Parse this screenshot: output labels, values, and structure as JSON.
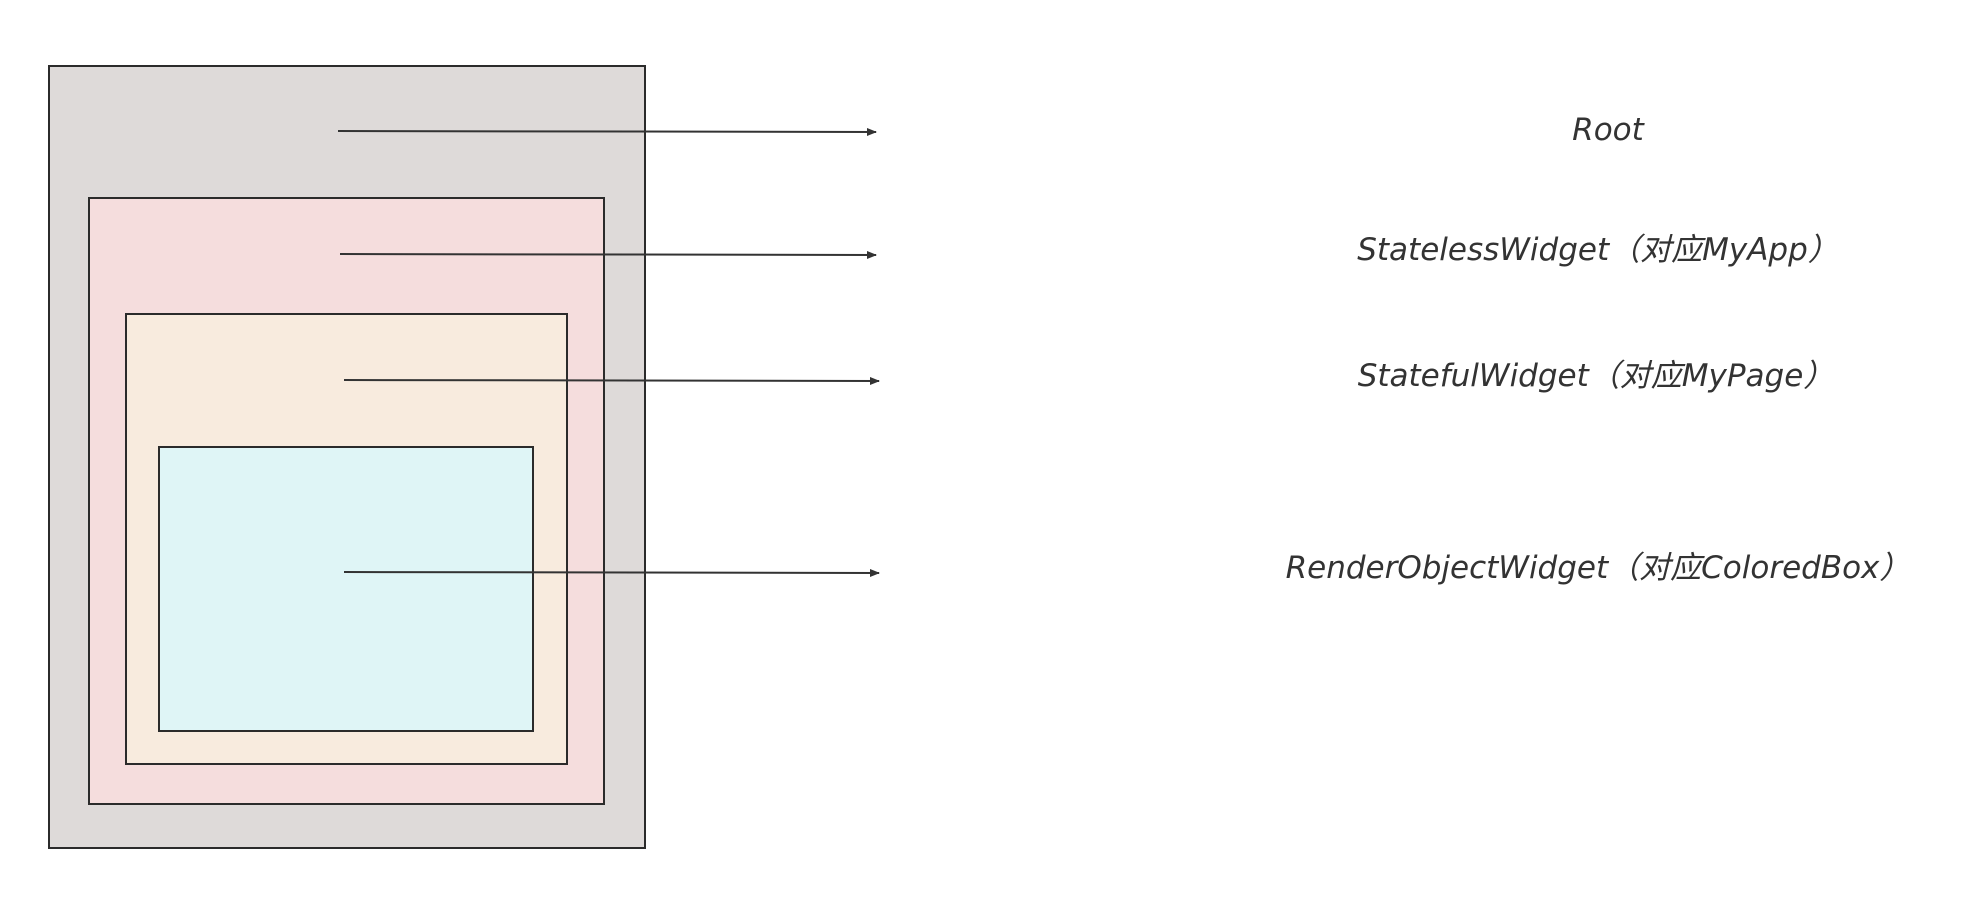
{
  "diagram": {
    "layers": [
      {
        "id": "root",
        "label": "Root",
        "fill": "#dedad9"
      },
      {
        "id": "stateless",
        "label": "StatelessWidget（对应MyApp）",
        "fill": "#f5dddd"
      },
      {
        "id": "stateful",
        "label": "StatefulWidget（对应MyPage）",
        "fill": "#f8ebde"
      },
      {
        "id": "render",
        "label": "RenderObjectWidget（对应ColoredBox）",
        "fill": "#dff5f6"
      }
    ],
    "stroke_color": "#2b2b2b",
    "arrow_color": "#333333",
    "background": "#ffffff"
  }
}
